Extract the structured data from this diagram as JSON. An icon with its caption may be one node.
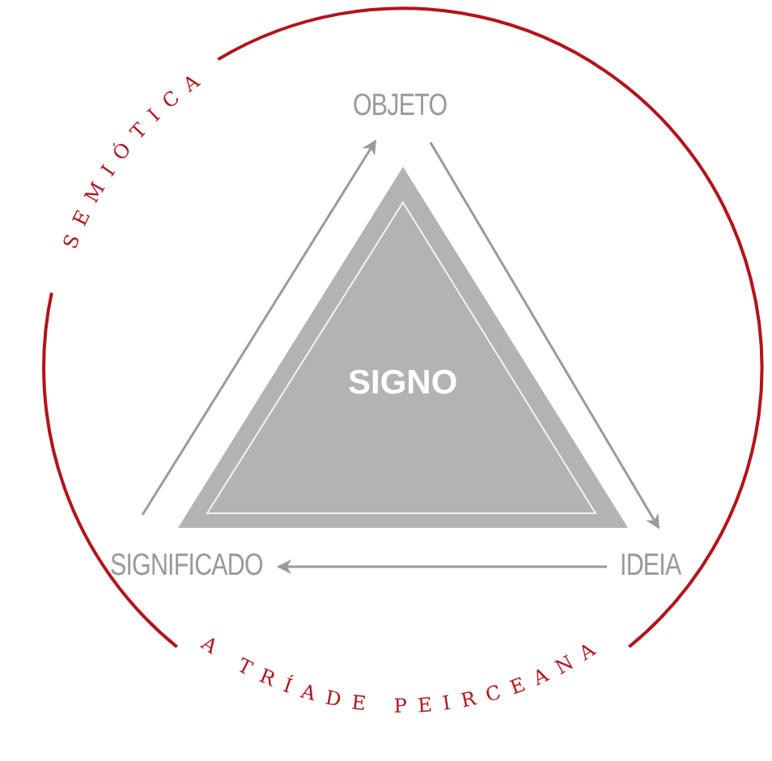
{
  "diagram": {
    "nodes": [
      {
        "text": [
          "OBJETO"
        ]
      },
      {
        "text": [
          "SIGNO"
        ]
      },
      {
        "text": [
          "SIGNIFICADO"
        ]
      },
      {
        "text": [
          "IDEIA"
        ]
      }
    ],
    "edges": [
      {
        "from": 2,
        "to": 0,
        "arrow": "to"
      },
      {
        "from": 0,
        "to": 3,
        "arrow": "to"
      },
      {
        "from": 3,
        "to": 2,
        "arrow": "to"
      }
    ],
    "labels": [
      "SEMIÓTICA",
      "A TRÍADE PEIRCEANA"
    ]
  }
}
